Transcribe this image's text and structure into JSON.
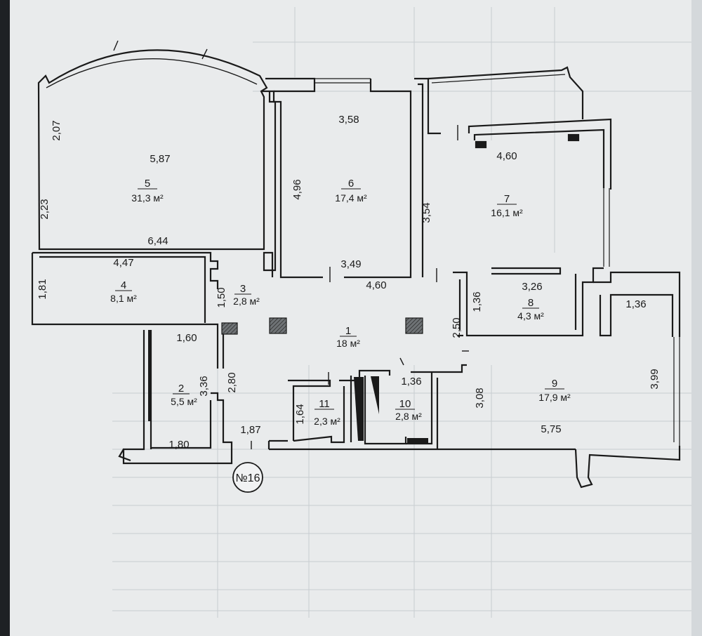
{
  "plan_label": "№16",
  "area_unit": "м²",
  "rooms": [
    {
      "id": "1",
      "number": "1",
      "area": "18 м²"
    },
    {
      "id": "2",
      "number": "2",
      "area": "5,5 м²"
    },
    {
      "id": "3",
      "number": "3",
      "area": "2,8 м²"
    },
    {
      "id": "4",
      "number": "4",
      "area": "8,1 м²"
    },
    {
      "id": "5",
      "number": "5",
      "area": "31,3 м²"
    },
    {
      "id": "6",
      "number": "6",
      "area": "17,4 м²"
    },
    {
      "id": "7",
      "number": "7",
      "area": "16,1 м²"
    },
    {
      "id": "8",
      "number": "8",
      "area": "4,3 м²"
    },
    {
      "id": "9",
      "number": "9",
      "area": "17,9 м²"
    },
    {
      "id": "10",
      "number": "10",
      "area": "2,8 м²"
    },
    {
      "id": "11",
      "number": "11",
      "area": "2,3 м²"
    }
  ],
  "dimensions": [
    {
      "id": "d207",
      "text": "2,07"
    },
    {
      "id": "d587",
      "text": "5,87"
    },
    {
      "id": "d223",
      "text": "2,23"
    },
    {
      "id": "d644",
      "text": "6,44"
    },
    {
      "id": "d447",
      "text": "4,47"
    },
    {
      "id": "d181",
      "text": "1,81"
    },
    {
      "id": "d150",
      "text": "1,50"
    },
    {
      "id": "d358",
      "text": "3,58"
    },
    {
      "id": "d496",
      "text": "4,96"
    },
    {
      "id": "d354",
      "text": "3,54"
    },
    {
      "id": "d349",
      "text": "3,49"
    },
    {
      "id": "d460a",
      "text": "4,60"
    },
    {
      "id": "d460b",
      "text": "4,60"
    },
    {
      "id": "d326",
      "text": "3,26"
    },
    {
      "id": "d136a",
      "text": "1,36"
    },
    {
      "id": "d136b",
      "text": "1,36"
    },
    {
      "id": "d136c",
      "text": "1,36"
    },
    {
      "id": "d250",
      "text": "2,50"
    },
    {
      "id": "d160",
      "text": "1,60"
    },
    {
      "id": "d336",
      "text": "3,36"
    },
    {
      "id": "d280",
      "text": "2,80"
    },
    {
      "id": "d180",
      "text": "1,80"
    },
    {
      "id": "d187",
      "text": "1,87"
    },
    {
      "id": "d164",
      "text": "1,64"
    },
    {
      "id": "d308",
      "text": "3,08"
    },
    {
      "id": "d575",
      "text": "5,75"
    },
    {
      "id": "d399",
      "text": "3,99"
    }
  ]
}
